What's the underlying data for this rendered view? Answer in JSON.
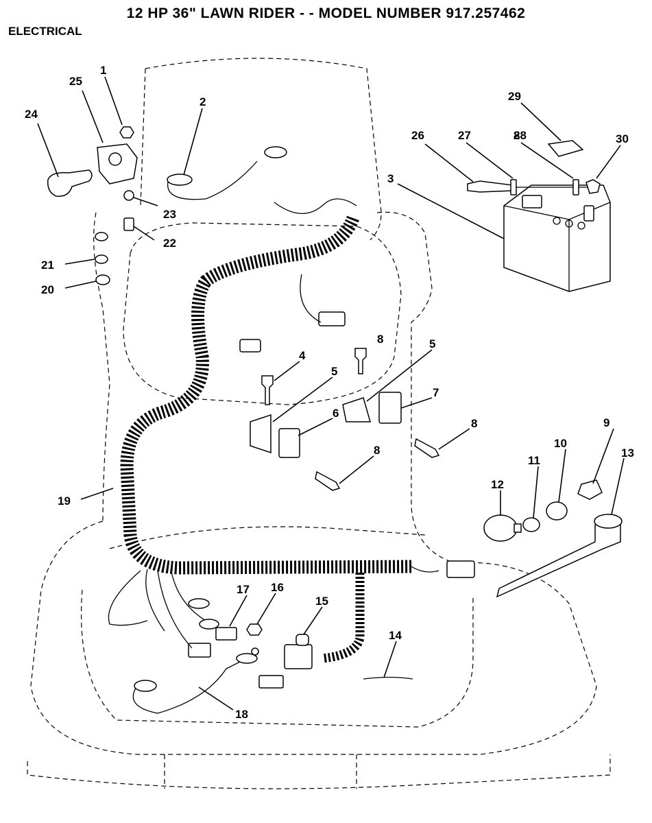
{
  "header": {
    "title": "12 HP 36\" LAWN RIDER - - MODEL NUMBER 917.257462",
    "section": "ELECTRICAL"
  },
  "callouts": [
    "1",
    "2",
    "3",
    "4",
    "5",
    "5",
    "6",
    "7",
    "8",
    "8",
    "8",
    "8",
    "9",
    "10",
    "11",
    "12",
    "13",
    "14",
    "15",
    "16",
    "17",
    "18",
    "19",
    "20",
    "21",
    "22",
    "23",
    "24",
    "25",
    "26",
    "27",
    "28",
    "29",
    "30"
  ]
}
